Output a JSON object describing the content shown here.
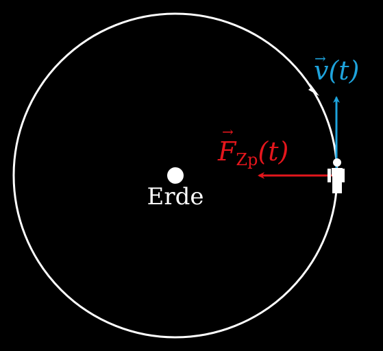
{
  "diagram": {
    "earth_label": "Erde",
    "velocity": {
      "symbol": "v",
      "arg": "(t)",
      "color": "#1ea3dc"
    },
    "force": {
      "symbol": "F",
      "subscript": "Zp",
      "arg": "(t)",
      "color": "#e4161c"
    },
    "orbit_color": "#ffffff",
    "background_color": "#000000"
  }
}
